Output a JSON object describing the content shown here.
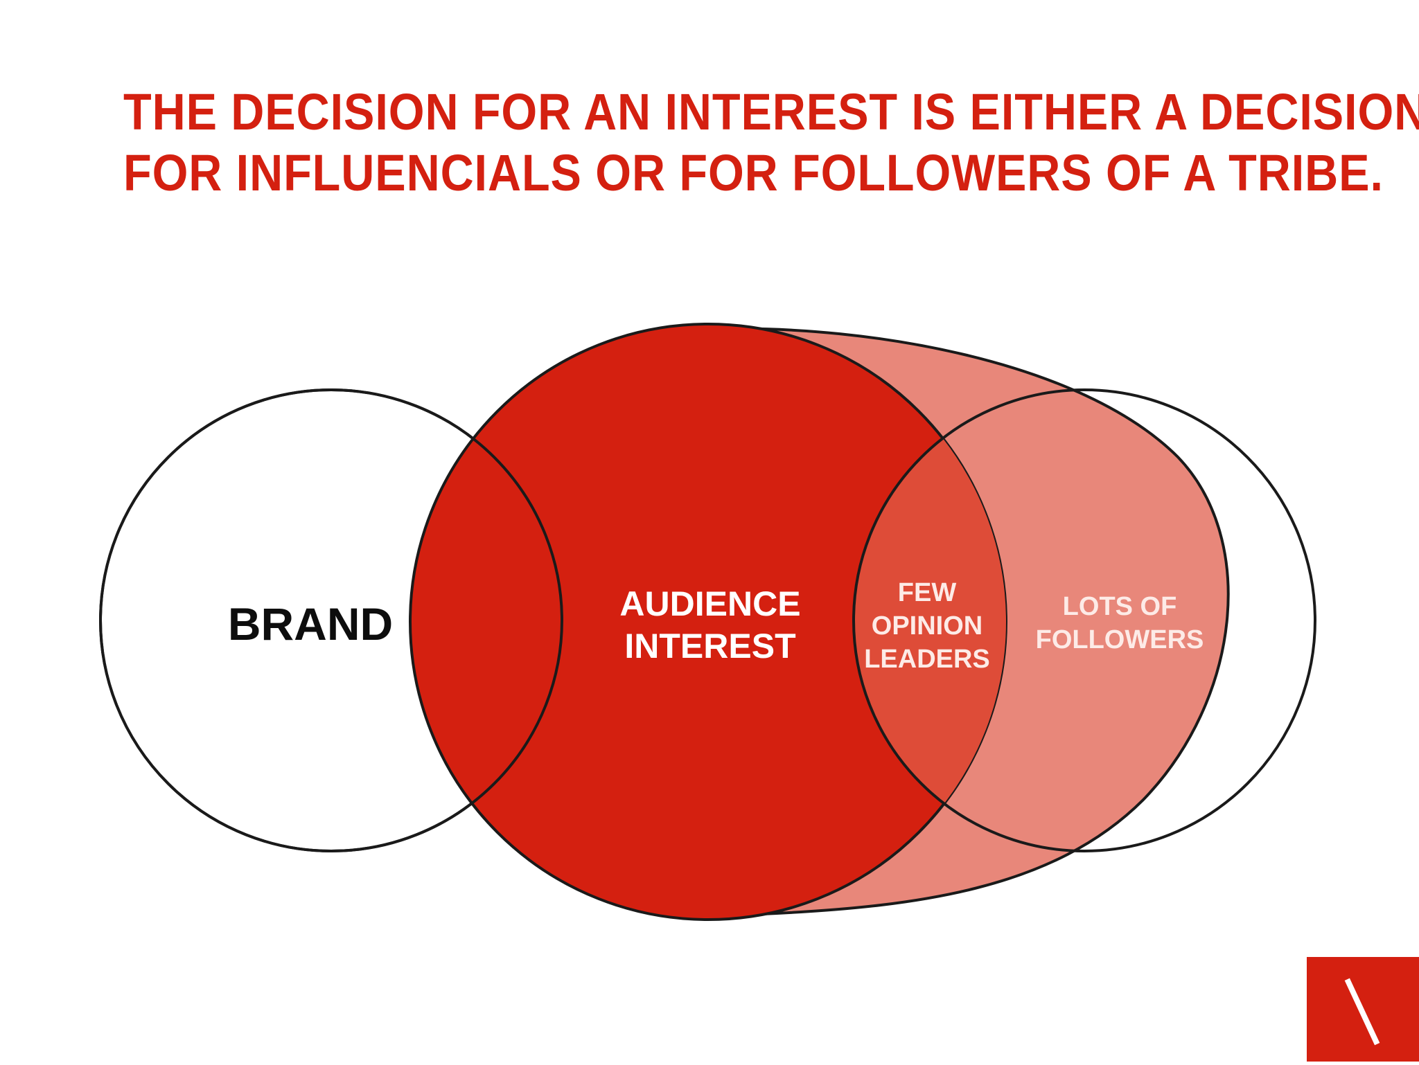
{
  "headline": {
    "line1": "THE DECISION FOR AN INTEREST IS EITHER A DECISION",
    "line2": "FOR INFLUENCIALS OR FOR FOLLOWERS OF A TRIBE."
  },
  "diagram": {
    "brand_label": "BRAND",
    "audience_interest_label": [
      "AUDIENCE",
      "INTEREST"
    ],
    "opinion_leaders_label": [
      "FEW",
      "OPINION",
      "LEADERS"
    ],
    "followers_label": [
      "LOTS OF",
      "FOLLOWERS"
    ]
  },
  "logo": {
    "name": "backslash-logo-icon"
  },
  "colors": {
    "accent_red": "#d42010",
    "light_red": "#e8877a",
    "overlap_red": "#de4c38",
    "outline": "#1a1a1a",
    "text_dark": "#0d0d0d",
    "text_light": "#ffffff",
    "text_pale": "#fdebe7"
  }
}
